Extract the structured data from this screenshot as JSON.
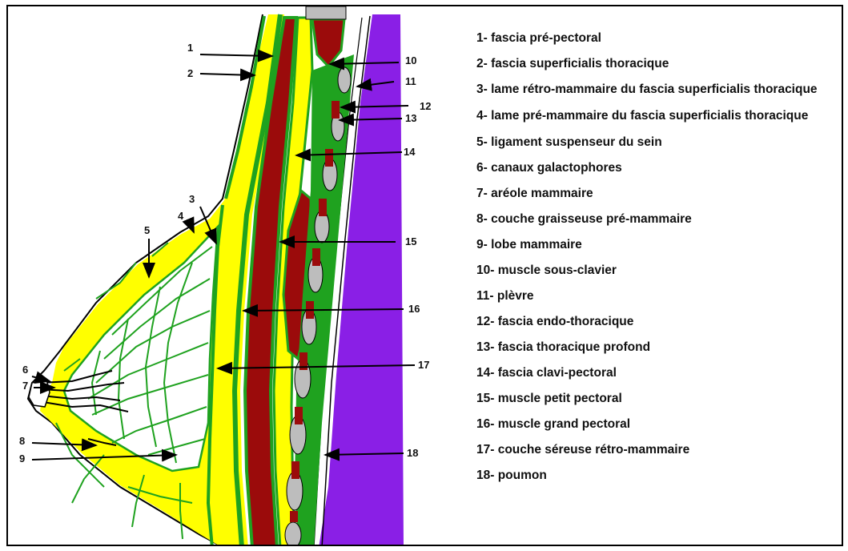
{
  "legend": [
    {
      "num": "1",
      "text": "1- fascia pré-pectoral"
    },
    {
      "num": "2",
      "text": "2- fascia superficialis thoracique"
    },
    {
      "num": "3",
      "text": "3- lame rétro-mammaire du fascia superficialis thoracique"
    },
    {
      "num": "4",
      "text": "4- lame pré-mammaire du fascia superficialis thoracique"
    },
    {
      "num": "5",
      "text": "5- ligament suspenseur du sein"
    },
    {
      "num": "6",
      "text": "6- canaux galactophores"
    },
    {
      "num": "7",
      "text": "7- aréole mammaire"
    },
    {
      "num": "8",
      "text": "8- couche graisseuse pré-mammaire"
    },
    {
      "num": "9",
      "text": "9- lobe mammaire"
    },
    {
      "num": "10",
      "text": "10- muscle sous-clavier"
    },
    {
      "num": "11",
      "text": "11- plèvre"
    },
    {
      "num": "12",
      "text": "12- fascia endo-thoracique"
    },
    {
      "num": "13",
      "text": "13- fascia thoracique profond"
    },
    {
      "num": "14",
      "text": "14- fascia clavi-pectoral"
    },
    {
      "num": "15",
      "text": "15- muscle petit pectoral"
    },
    {
      "num": "16",
      "text": "16- muscle grand pectoral"
    },
    {
      "num": "17",
      "text": "17- couche séreuse rétro-mammaire"
    },
    {
      "num": "18",
      "text": "18- poumon"
    }
  ],
  "colors": {
    "fat": "#ffff00",
    "fascia": "#1fa21f",
    "muscle": "#9b0b0b",
    "lung": "#8a1fe6",
    "rib": "#bdbdbd",
    "outline": "#000000"
  }
}
